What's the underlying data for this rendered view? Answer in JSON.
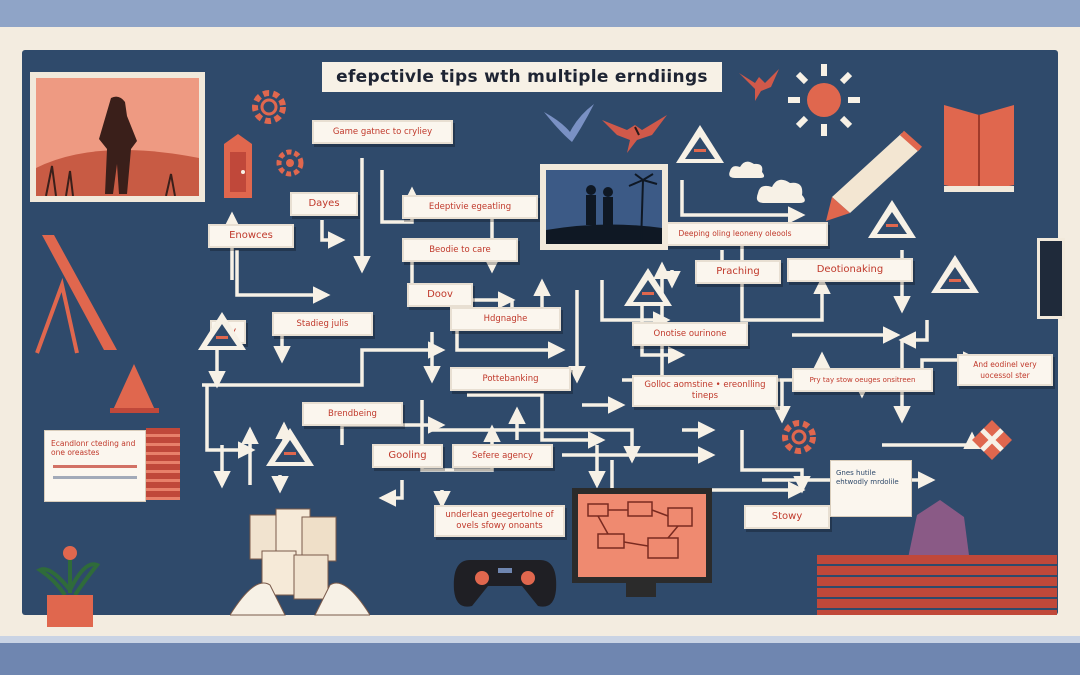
{
  "title": "efepctivle tips wth  multiple erndiings",
  "labels": {
    "game_genre": "Game gatnec to cryliey",
    "dayes": "Dayes",
    "edeptive": "Edeptivie egeatling",
    "enowces": "Enowces",
    "beode": "Beodie to care",
    "doov": "Doov",
    "dly": "Dly",
    "stading": "Stadieg  julis",
    "hdgna": "Hdgnaghe",
    "pottebanking": "Pottebanking",
    "brendbeing": "Brendbeing",
    "gooling": "Gooling",
    "sefere": "Sefere agency",
    "underlen": "underlean geegertolne of ovels sfowy onoants",
    "deeping": "Deeping oling leoneny oleools",
    "praching": "Praching",
    "deotionaking": "Deotionaking",
    "onotise": "Onotise ourinone",
    "golloc": "Golloc aomstine • ereonlling tineps",
    "pry": "Pry tay stow oeuges onsitreen",
    "and": "And eodinel very uocessol ster",
    "stowy": "Stowy",
    "ecand": "Ecandlonr cteding  and one oreastes",
    "gnes": "Gnes hutile ehtwodly mrdolile"
  },
  "colors": {
    "board": "#2f4a6b",
    "arrow": "#f7f1e6",
    "accent": "#e0674e",
    "text": "#c0392b"
  },
  "icons": [
    "gear-icon",
    "sun-icon",
    "book-icon",
    "pencil-icon",
    "dragon-icon",
    "bird-icon",
    "gamepad-icon",
    "plant-icon",
    "card-stack-icon",
    "door-icon",
    "cloud-icon",
    "slide-icon",
    "rock-icon"
  ]
}
